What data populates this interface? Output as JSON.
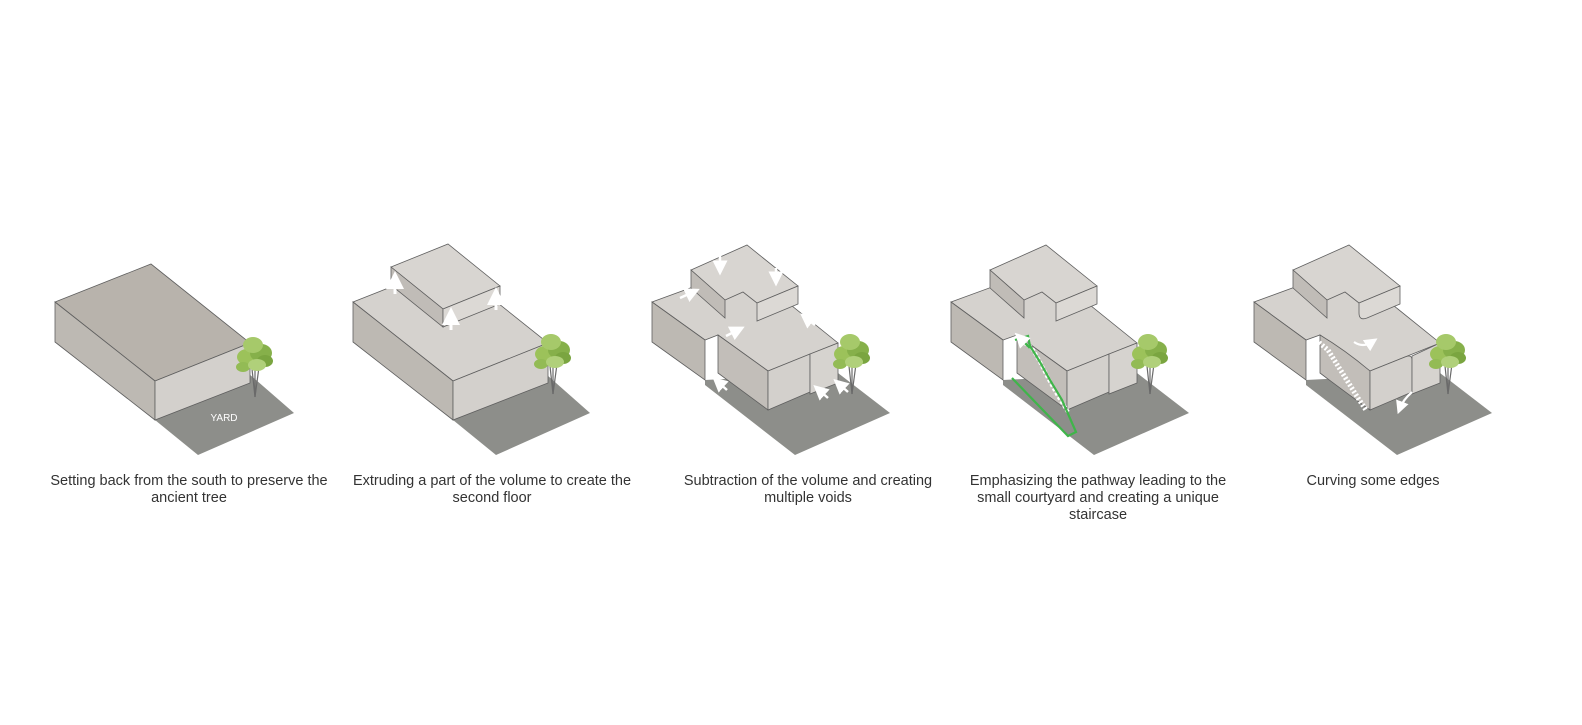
{
  "steps": [
    {
      "caption": "Setting back from the south to preserve the ancient tree",
      "yard_label": "YARD"
    },
    {
      "caption": "Extruding a part of the volume to create the second floor"
    },
    {
      "caption": "Subtraction of the volume and creating multiple voids"
    },
    {
      "caption": "Emphasizing the pathway leading to the small courtyard and creating a unique staircase"
    },
    {
      "caption": "Curving some edges"
    }
  ],
  "colors": {
    "top": "#d4d1cd",
    "left": "#bcb8b3",
    "right": "#d9d6d2",
    "block1_top": "#b8b3ac",
    "ground": "#8d8e8a",
    "edge": "#5f5f5f",
    "arrow": "#ffffff",
    "path": "#3fb54a",
    "tree": "#8fb853"
  }
}
